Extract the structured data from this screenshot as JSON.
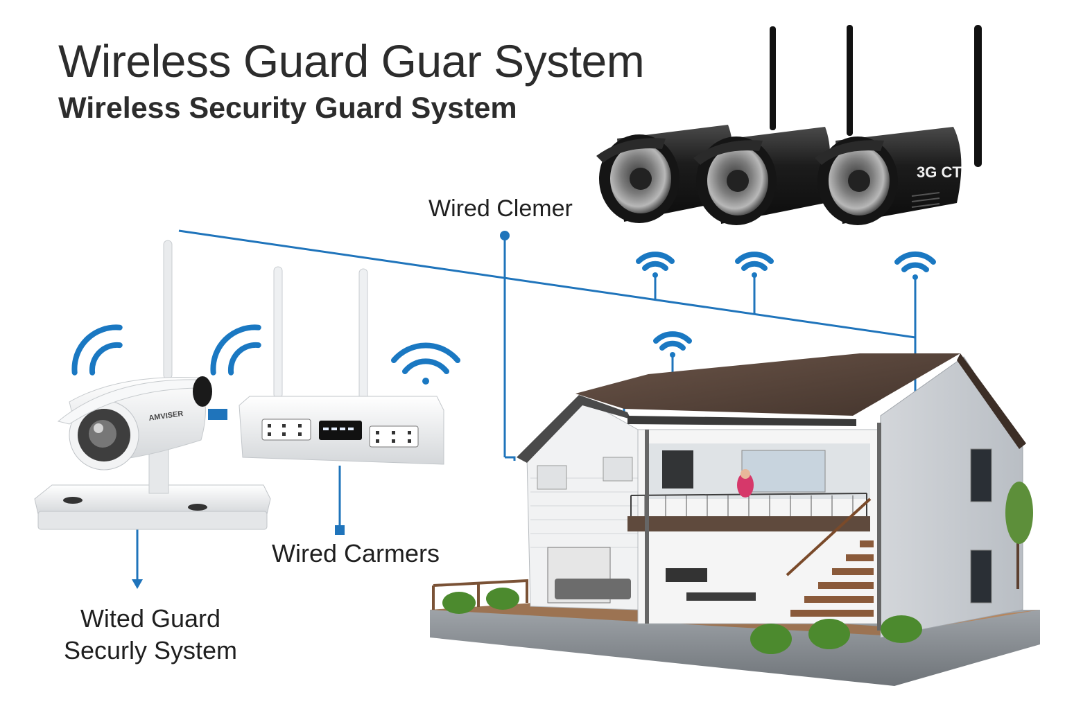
{
  "header": {
    "title": "Wireless Guard Guar System",
    "subtitle": "Wireless Security Guard System"
  },
  "labels": {
    "wired_clemer": "Wired Clemer",
    "wired_carmers": "Wired Carmers",
    "guard_line1": "Wited Guard",
    "guard_line2": "Securly System"
  },
  "devices": {
    "camera_brand": "3G CT",
    "white_camera_brand": "AMVISER"
  },
  "icons": [
    "wifi-signal-icon",
    "bullet-camera-icon",
    "router-icon",
    "house-icon"
  ],
  "colors": {
    "connector": "#1f74bb",
    "wifi": "#1a78c2",
    "camera_body": "#1a1a1a",
    "house_wall": "#c7cbd0",
    "roof": "#5a4438",
    "text": "#2c2c2c"
  }
}
